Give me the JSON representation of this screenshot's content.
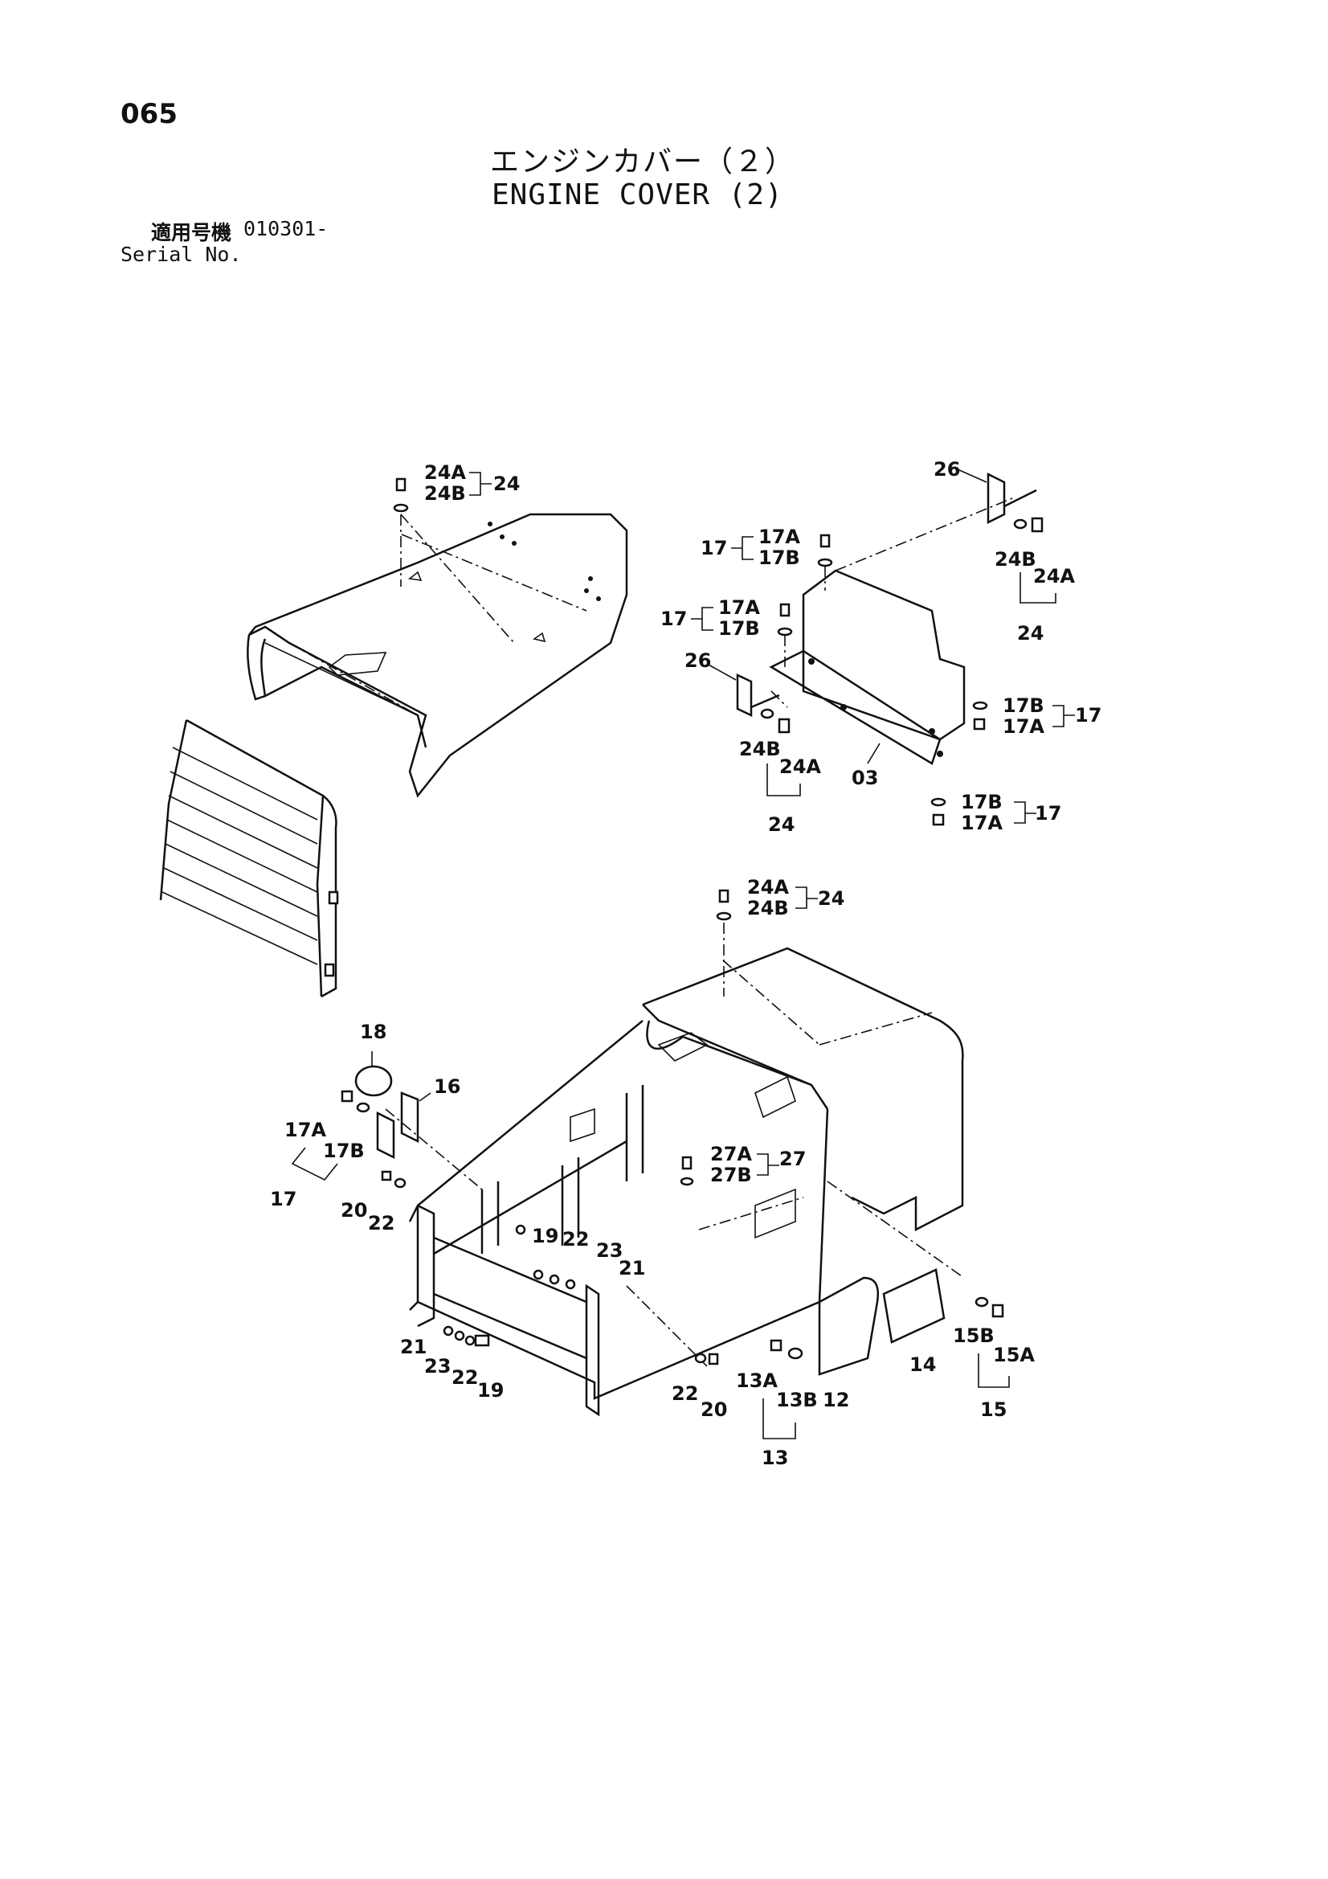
{
  "page_number": "065",
  "title_jp": "エンジンカバー（２）",
  "title_en": "ENGINE COVER (2)",
  "serial": {
    "label_jp": "適用号機",
    "value": "010301-",
    "label_en": "Serial No."
  },
  "parts_labels": [
    "24A",
    "24B",
    "24",
    "26",
    "17A",
    "17B",
    "17",
    "24B",
    "24A",
    "24",
    "17",
    "17A",
    "17B",
    "26",
    "24B",
    "24A",
    "24",
    "03",
    "17B",
    "17A",
    "17",
    "17B",
    "17A",
    "17",
    "24A",
    "24B",
    "24",
    "18",
    "16",
    "17A",
    "17B",
    "17",
    "20",
    "22",
    "27A",
    "27B",
    "27",
    "19",
    "22",
    "23",
    "21",
    "21",
    "23",
    "22",
    "19",
    "22",
    "20",
    "13A",
    "13B",
    "13",
    "12",
    "14",
    "15B",
    "15A",
    "15"
  ]
}
